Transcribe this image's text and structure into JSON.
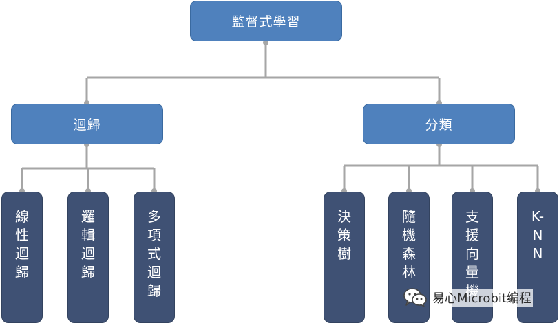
{
  "root": {
    "label": "監督式學習"
  },
  "branches": [
    {
      "label": "迴歸",
      "children": [
        "線性迴歸",
        "邏輯迴歸",
        "多項式迴歸"
      ]
    },
    {
      "label": "分類",
      "children": [
        "決策樹",
        "隨機森林",
        "支援向量機",
        "K-NN"
      ]
    }
  ],
  "watermark": {
    "icon": "wechat-icon",
    "text": "易心Microbit编程"
  },
  "colors": {
    "level1": "#4f81bd",
    "leaf": "#3f5174",
    "connector": "#a6a6a6"
  }
}
